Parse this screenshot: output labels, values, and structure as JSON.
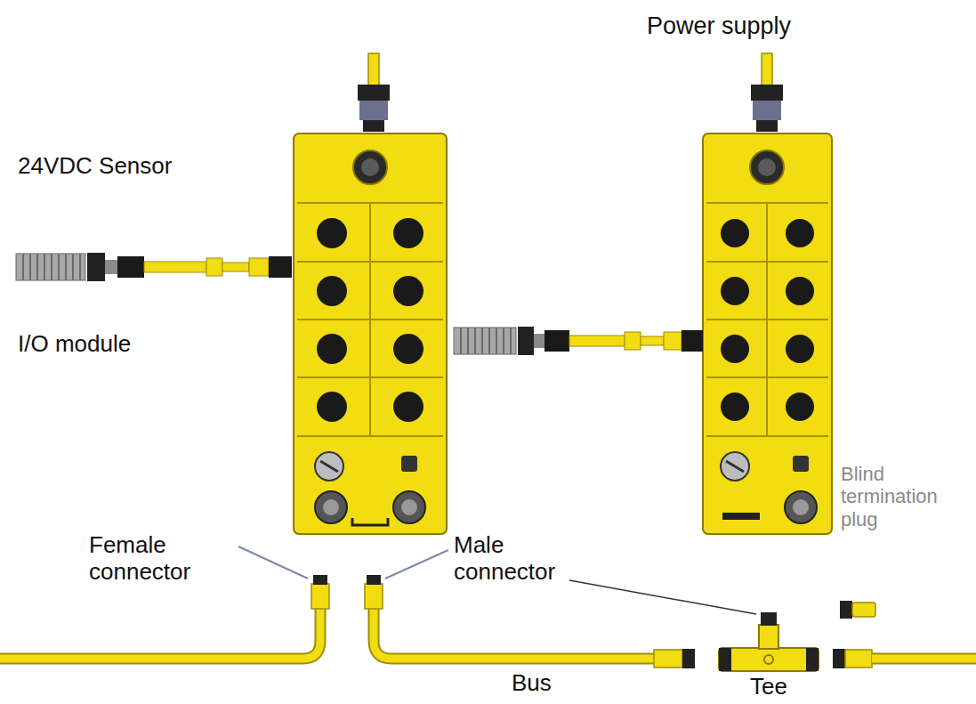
{
  "diagram": {
    "labels": [
      "Power supply",
      "24VDC Sensor",
      "I/O module",
      "Female connector",
      "Male connector",
      "Blind termination plug",
      "Bus",
      "Tee"
    ]
  }
}
